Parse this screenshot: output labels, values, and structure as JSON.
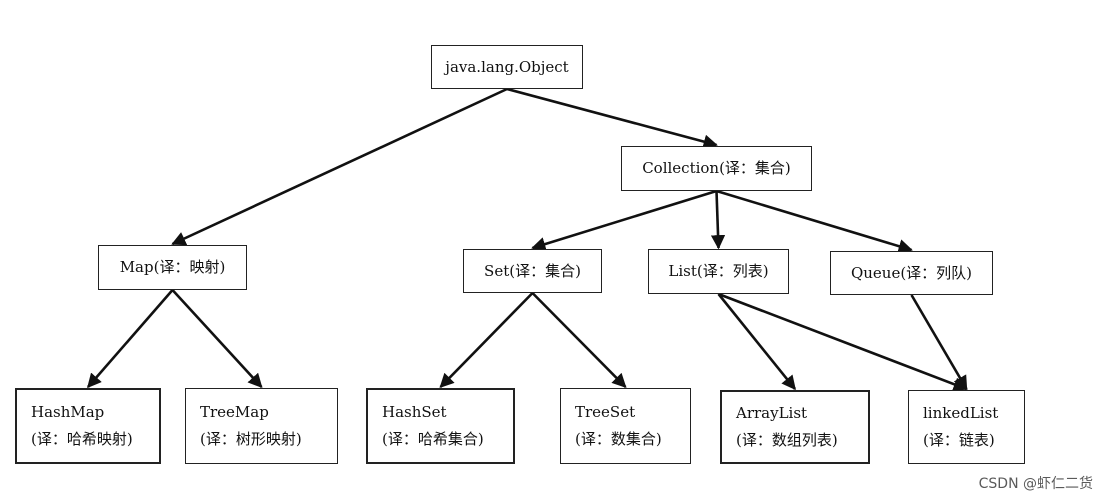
{
  "diagram": {
    "nodes": {
      "object": {
        "label": "java.lang.Object"
      },
      "collection": {
        "label": "Collection(译：集合)"
      },
      "map": {
        "label": "Map(译：映射)"
      },
      "set": {
        "label": "Set(译：集合)"
      },
      "list": {
        "label": "List(译：列表)"
      },
      "queue": {
        "label": "Queue(译：列队)"
      },
      "hashmap": {
        "line1": "HashMap",
        "line2": "(译：哈希映射)"
      },
      "treemap": {
        "line1": "TreeMap",
        "line2": "(译：树形映射)"
      },
      "hashset": {
        "line1": "HashSet",
        "line2": "(译：哈希集合)"
      },
      "treeset": {
        "line1": "TreeSet",
        "line2": "(译：数集合)"
      },
      "arraylist": {
        "line1": "ArrayList",
        "line2": "(译：数组列表)"
      },
      "linkedlist": {
        "line1": "linkedList",
        "line2": "(译：链表)"
      }
    },
    "edges": [
      {
        "from": "object",
        "to": "collection"
      },
      {
        "from": "object",
        "to": "map"
      },
      {
        "from": "collection",
        "to": "set"
      },
      {
        "from": "collection",
        "to": "list"
      },
      {
        "from": "collection",
        "to": "queue"
      },
      {
        "from": "map",
        "to": "hashmap"
      },
      {
        "from": "map",
        "to": "treemap"
      },
      {
        "from": "set",
        "to": "hashset"
      },
      {
        "from": "set",
        "to": "treeset"
      },
      {
        "from": "list",
        "to": "arraylist"
      },
      {
        "from": "list",
        "to": "linkedlist"
      },
      {
        "from": "queue",
        "to": "linkedlist"
      }
    ]
  },
  "watermark": "CSDN @虾仁二货",
  "colors": {
    "line": "#111111",
    "border": "#222222",
    "text": "#111111"
  }
}
